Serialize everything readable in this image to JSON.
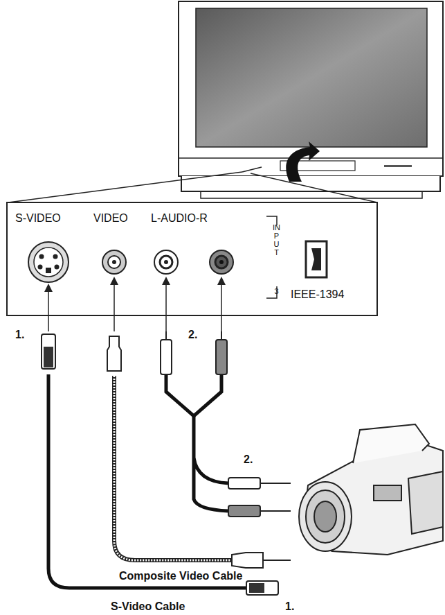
{
  "diagram": {
    "labels": [
      "S-VIDEO",
      "VIDEO",
      "L-AUDIO-R",
      "INPUT",
      "3",
      "IEEE-1394",
      "1.",
      "2.",
      "2.",
      "Composite Video Cable",
      "S-Video Cable",
      "1."
    ]
  }
}
